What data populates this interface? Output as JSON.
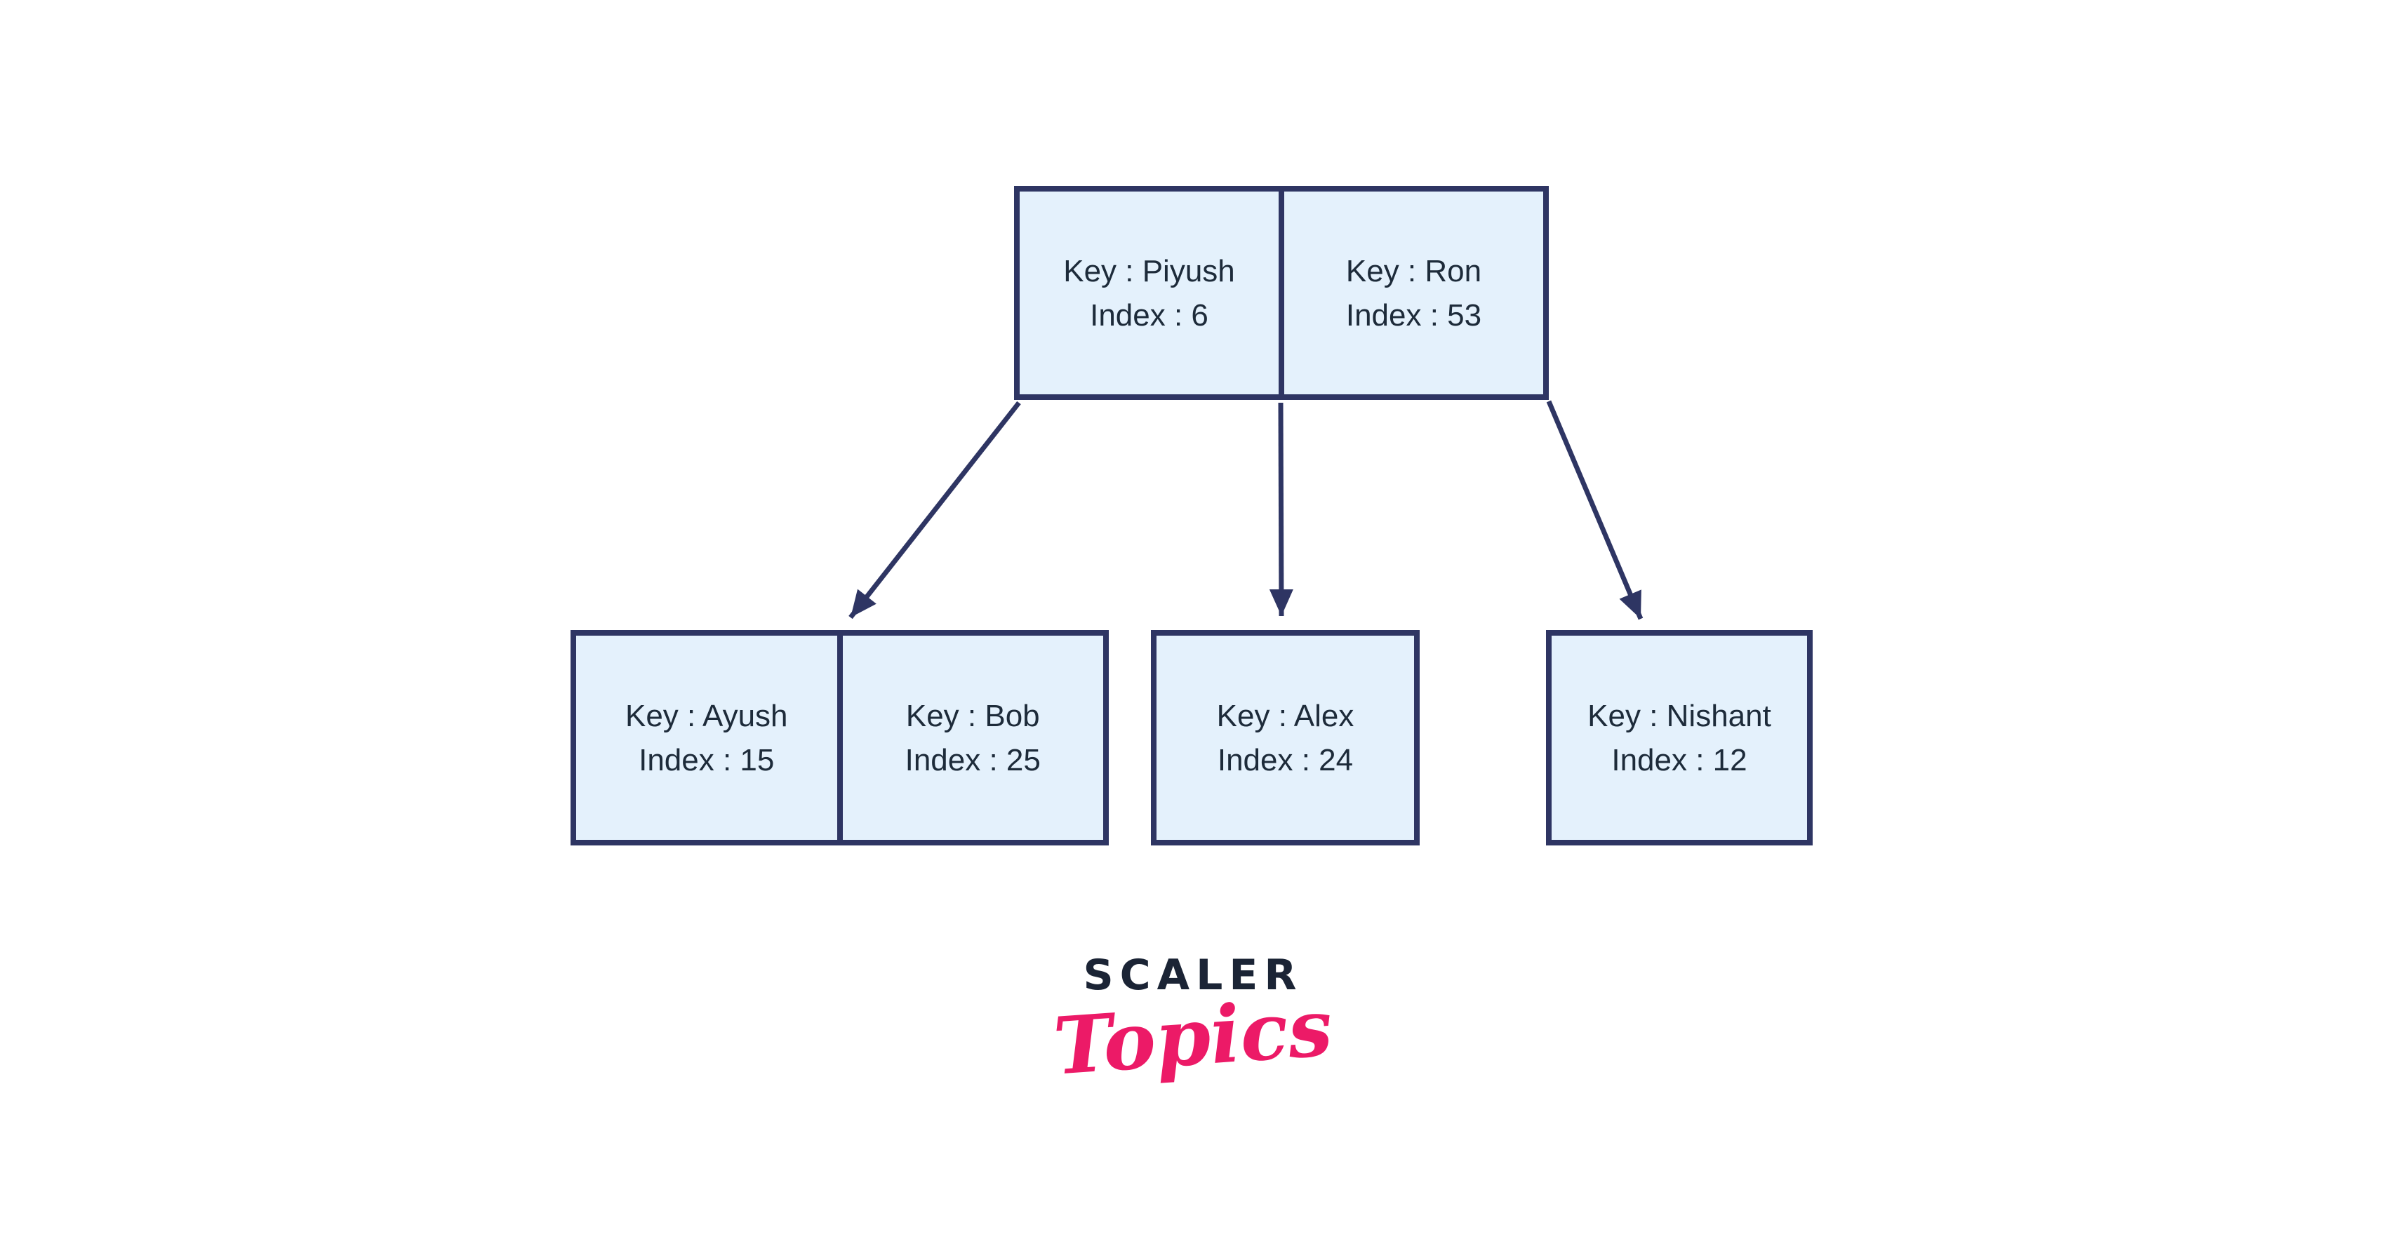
{
  "diagram": {
    "type": "b-tree-node-structure",
    "root": {
      "cells": [
        {
          "key": "Key : Piyush",
          "index": "Index : 6"
        },
        {
          "key": "Key : Ron",
          "index": "Index : 53"
        }
      ]
    },
    "children": [
      {
        "cells": [
          {
            "key": "Key : Ayush",
            "index": "Index : 15"
          },
          {
            "key": "Key : Bob",
            "index": "Index : 25"
          }
        ]
      },
      {
        "cells": [
          {
            "key": "Key : Alex",
            "index": "Index : 24"
          }
        ]
      },
      {
        "cells": [
          {
            "key": "Key : Nishant",
            "index": "Index : 12"
          }
        ]
      }
    ],
    "logo": {
      "brand": "SCALER",
      "sub": "Topics"
    },
    "colors": {
      "node_fill": "#e4f1fc",
      "node_border": "#2e3563",
      "arrow": "#2e3563",
      "text": "#1d2b3a",
      "logo_scaler": "#1b2435",
      "logo_topics": "#ec1a67"
    }
  }
}
